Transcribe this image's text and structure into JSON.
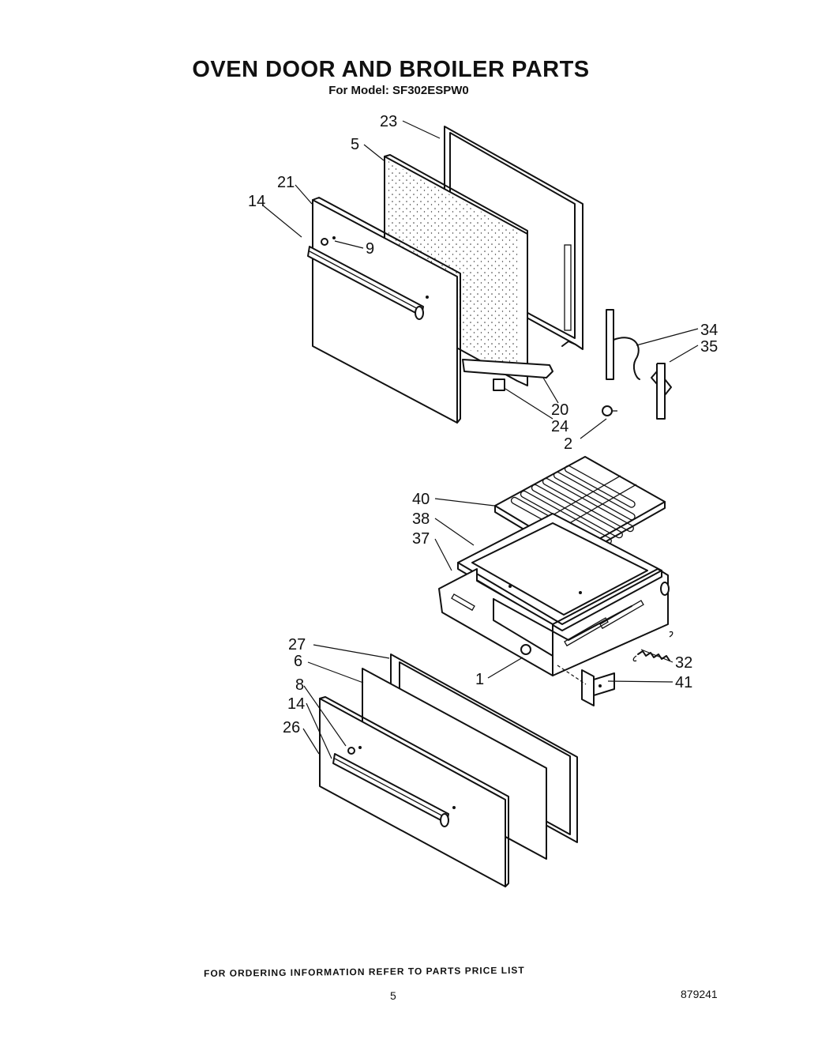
{
  "title": "OVEN DOOR AND BROILER PARTS",
  "subtitle": "For Model: SF302ESPW0",
  "footer": "FOR ORDERING INFORMATION REFER TO PARTS PRICE LIST",
  "page_number": "5",
  "document_number": "879241",
  "callouts": {
    "c23": "23",
    "c5": "5",
    "c21": "21",
    "c14a": "14",
    "c9": "9",
    "c34": "34",
    "c35": "35",
    "c20": "20",
    "c24": "24",
    "c2": "2",
    "c40": "40",
    "c38": "38",
    "c37": "37",
    "c27": "27",
    "c6": "6",
    "c8": "8",
    "c14b": "14",
    "c26": "26",
    "c1": "1",
    "c32": "32",
    "c41": "41"
  }
}
